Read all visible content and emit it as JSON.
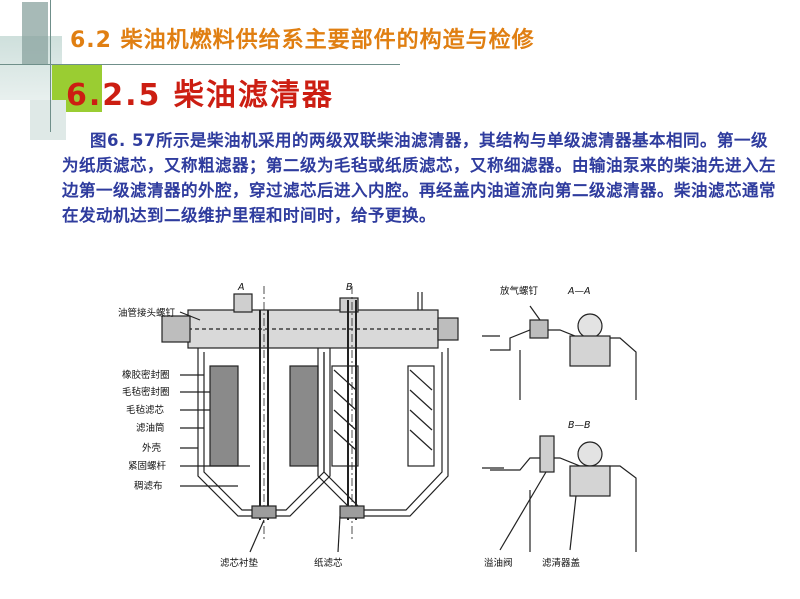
{
  "header": {
    "section_title": "6.2 柴油机燃料供给系主要部件的构造与检修",
    "subsection_title": "6.2.5 柴油滤清器"
  },
  "body": {
    "paragraph": "图6. 57所示是柴油机采用的两级双联柴油滤清器，其结构与单级滤清器基本相同。第一级为纸质滤芯，又称粗滤器；第二级为毛毡或纸质滤芯，又称细滤器。由输油泵来的柴油先进入左边第一级滤清器的外腔，穿过滤芯后进入内腔。再经盖内油道流向第二级滤清器。柴油滤芯通常在发动机达到二级维护里程和时间时，给予更换。"
  },
  "figure": {
    "labels": {
      "pipe_bolt": "油管接头螺钉",
      "rubber_seal": "橡胶密封圈",
      "felt_seal": "毛毡密封圈",
      "felt_element": "毛毡滤芯",
      "filter_cup": "滤油筒",
      "shell": "外壳",
      "bolt": "紧固螺杆",
      "silk_cloth": "稠滤布",
      "element_pad": "滤芯衬垫",
      "paper_element": "纸滤芯",
      "bleed_screw": "放气螺钉",
      "overflow_valve": "溢油阀",
      "cover": "滤清器盖",
      "section_a": "A—A",
      "section_b": "B—B",
      "mark_a": "A",
      "mark_b": "B"
    }
  },
  "colors": {
    "title1": "#e07f12",
    "title2": "#cc1e12",
    "paragraph": "#2f3c9e",
    "accent_green": "#9acd32"
  }
}
